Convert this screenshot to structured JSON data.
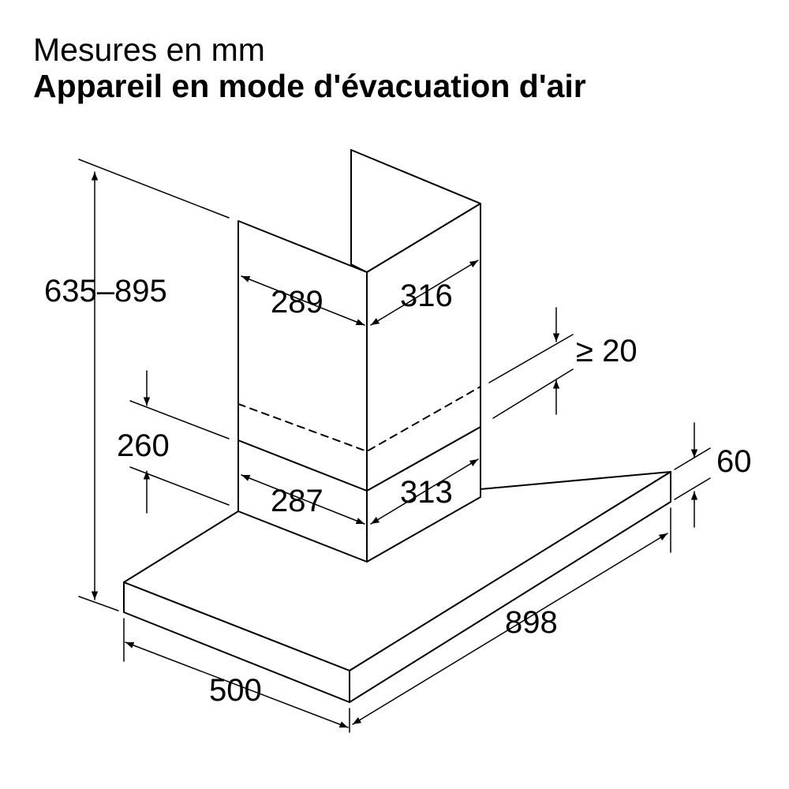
{
  "header": {
    "units_line": "Mesures en mm",
    "mode_line": "Appareil en mode d'évacuation d'air"
  },
  "dimensions": {
    "total_height": "635–895",
    "chimney_upper_width": "289",
    "chimney_upper_depth": "316",
    "chimney_clearance": "≥ 20",
    "chimney_lower_height": "260",
    "chimney_lower_width": "287",
    "chimney_lower_depth": "313",
    "canopy_thickness": "60",
    "canopy_width": "898",
    "canopy_depth": "500"
  },
  "colors": {
    "line": "#000000",
    "background": "#ffffff"
  }
}
